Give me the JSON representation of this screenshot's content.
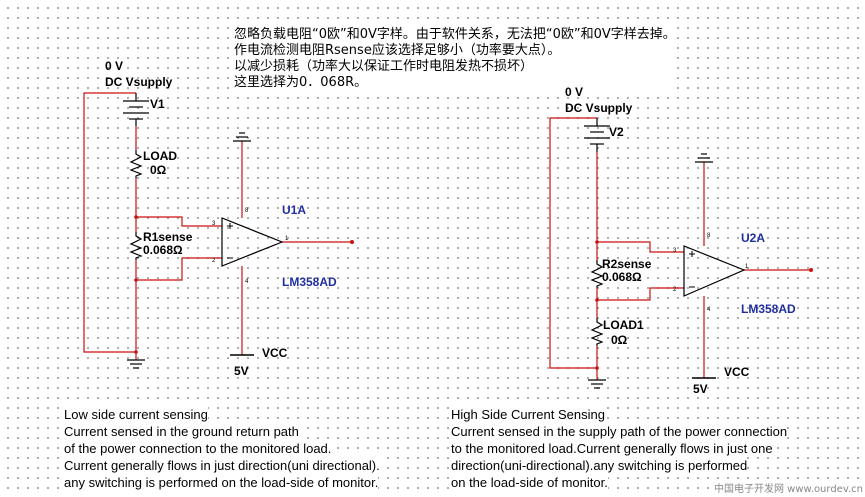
{
  "note_lines": [
    "忽略负载电阻“0欧”和0V字样。由于软件关系，无法把“0欧”和0V字样去掉。",
    "作电流检测电阻Rsense应该选择足够小（功率要大点）。",
    "以减少损耗（功率大以保证工作时电阻发热不损坏）",
    "这里选择为0．068R。"
  ],
  "left_circuit": {
    "supply_value": "0 V",
    "supply_type": "DC Vsupply",
    "supply_ref": "V1",
    "load_ref": "LOAD",
    "load_value": "0Ω",
    "sense_ref": "R1sense",
    "sense_value": "0.068Ω",
    "opamp_ref": "U1A",
    "opamp_part": "LM358AD",
    "vcc_label": "VCC",
    "vcc_value": "5V",
    "pins": {
      "plus": "3",
      "minus": "2",
      "out": "1",
      "vplus": "8",
      "vminus": "4"
    }
  },
  "right_circuit": {
    "supply_value": "0 V",
    "supply_type": "DC Vsupply",
    "supply_ref": "V2",
    "sense_ref": "R2sense",
    "sense_value": "0.068Ω",
    "load_ref": "LOAD1",
    "load_value": "0Ω",
    "opamp_ref": "U2A",
    "opamp_part": "LM358AD",
    "vcc_label": "VCC",
    "vcc_value": "5V",
    "pins": {
      "plus": "3",
      "minus": "2",
      "out": "1",
      "vplus": "8",
      "vminus": "4"
    }
  },
  "left_desc": [
    "Low side current sensing",
    "Current sensed in the ground return path",
    "of the power connection to the monitored load.",
    "Current generally flows in just direction(uni directional).",
    "any switching is performed on the load-side of monitor."
  ],
  "right_desc": [
    "High Side Current Sensing",
    "Current sensed in the supply path of the power connection",
    "to the monitored load.Current generally flows in just one",
    "direction(uni-directional).any switching is performed",
    "on the load-side of monitor."
  ],
  "watermark": "中国电子开发网 www.ourdev.cn",
  "colors": {
    "wire": "#cc1111",
    "component": "#000000",
    "label_blue": "#1f2f9f"
  }
}
